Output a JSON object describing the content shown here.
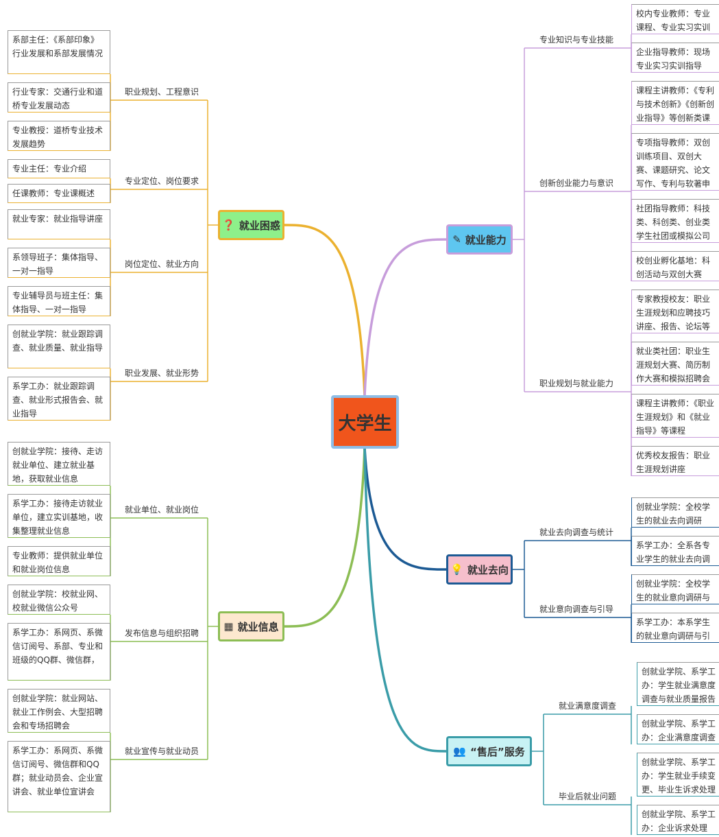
{
  "center": "大学生",
  "colors": {
    "kunhuo": "#ebb12f",
    "xinxi": "#8cbd54",
    "nengli": "#c79ddb",
    "quxiang": "#1c5a94",
    "shouhou": "#3a9ca8"
  },
  "main": {
    "kunhuo": {
      "label": "就业困惑",
      "icon": "question-circle-icon"
    },
    "xinxi": {
      "label": "就业信息",
      "icon": "calendar-icon"
    },
    "nengli": {
      "label": "就业能力",
      "icon": "pencil-icon"
    },
    "quxiang": {
      "label": "就业去向",
      "icon": "lightbulb-icon"
    },
    "shouhou": {
      "label": "“售后”服务",
      "icon": "people-icon"
    }
  },
  "branches": {
    "kunhuo": [
      {
        "label": "职业规划、工程意识",
        "items": [
          "系部主任：《系部印象》行业发展和系部发展情况",
          "行业专家：交通行业和道桥专业发展动态",
          "专业教授：道桥专业技术发展趋势"
        ]
      },
      {
        "label": "专业定位、岗位要求",
        "items": [
          "专业主任：专业介绍",
          "任课教师：专业课概述"
        ]
      },
      {
        "label": "岗位定位、就业方向",
        "items": [
          "就业专家：就业指导讲座",
          "系领导班子：集体指导、一对一指导",
          "专业辅导员与班主任：集体指导、一对一指导"
        ]
      },
      {
        "label": "职业发展、就业形势",
        "items": [
          "创就业学院：就业跟踪调查、就业质量、就业指导",
          "系学工办：就业跟踪调查、就业形式报告会、就业指导"
        ]
      }
    ],
    "xinxi": [
      {
        "label": "就业单位、就业岗位",
        "items": [
          "创就业学院：接待、走访就业单位、建立就业基地，获取就业信息",
          "系学工办：接待走访就业单位，建立实训基地，收集整理就业信息",
          "专业教师：提供就业单位和就业岗位信息"
        ]
      },
      {
        "label": "发布信息与组织招聘",
        "items": [
          "创就业学院：校就业网、校就业微信公众号",
          "系学工办：系网页、系微信订阅号、系部、专业和班级的QQ群、微信群，"
        ]
      },
      {
        "label": "就业宣传与就业动员",
        "items": [
          "创就业学院：就业网站、就业工作例会、大型招聘会和专场招聘会",
          "系学工办：系网页、系微信订阅号、微信群和QQ群；就业动员会、企业宣讲会、就业单位宣讲会"
        ]
      }
    ],
    "nengli": [
      {
        "label": "专业知识与专业技能",
        "items": [
          "校内专业教师：专业课程、专业实习实训",
          "企业指导教师：现场专业实习实训指导"
        ]
      },
      {
        "label": "创新创业能力与意识",
        "items": [
          "课程主讲教师：《专利与技术创新》《创新创业指导》等创新类课程",
          "专项指导教师：双创训练项目、双创大赛、课题研究、论文写作、专利与软著申报等",
          "社团指导教师：科技类、科创类、创业类学生社团或模拟公司活动",
          "校创业孵化基地：科创活动与双创大赛"
        ]
      },
      {
        "label": "职业规划与就业能力",
        "items": [
          "专家教授校友：职业生涯规划和应聘技巧讲座、报告、论坛等",
          "就业类社团：职业生涯规划大赛、简历制作大赛和模拟招聘会等活动",
          "课程主讲教师：《职业生涯规划》和《就业指导》等课程",
          "优秀校友报告：职业生涯规划讲座"
        ]
      }
    ],
    "quxiang": [
      {
        "label": "就业去向调查与统计",
        "items": [
          "创就业学院：全校学生的就业去向调研",
          "系学工办：全系各专业学生的就业去向调研"
        ]
      },
      {
        "label": "就业意向调查与引导",
        "items": [
          "创就业学院：全校学生的就业意向调研与引导",
          "系学工办：本系学生的就业意向调研与引导"
        ]
      }
    ],
    "shouhou": [
      {
        "label": "就业满意度调查",
        "items": [
          "创就业学院、系学工办：学生就业满意度调查与就业质量报告",
          "创就业学院、系学工办：企业满意度调查"
        ]
      },
      {
        "label": "毕业后就业问题",
        "items": [
          "创就业学院、系学工办：学生就业手续变更、毕业生诉求处理",
          "创就业学院、系学工办：企业诉求处理"
        ]
      }
    ]
  }
}
